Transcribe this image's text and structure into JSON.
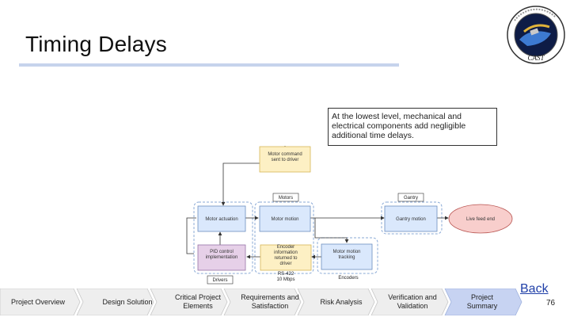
{
  "slide": {
    "title": "Timing Delays",
    "callout": "At the lowest level, mechanical and electrical components add negligible additional time delays.",
    "back_label": "Back",
    "page_number": "76"
  },
  "diagram": {
    "nodes": {
      "motor_command": "Motor command sent to driver",
      "motor_actuation": "Motor actuation",
      "motor_motion": "Motor motion",
      "gantry_motion": "Gantry motion",
      "live_feed_end": "Live feed end",
      "pid_control": "PID control implementation",
      "encoder_info": "Encoder information returned to driver",
      "motor_motion_tracking": "Motor motion tracking"
    },
    "labels": {
      "motors": "Motors",
      "gantry": "Gantry",
      "drivers": "Drivers",
      "rs422": "RS-422",
      "speed": "10 Mbps",
      "encoders": "Encoders"
    }
  },
  "nav": {
    "items": [
      "Project Overview",
      "Design Solution",
      "Critical Project Elements",
      "Requirements and Satisfaction",
      "Risk Analysis",
      "Verification and Validation",
      "Project Summary"
    ]
  },
  "colors": {
    "yellow": "#fdf0c4",
    "blue": "#dae8fc",
    "purple": "#e6d0e8",
    "red": "#f8cecc",
    "nav_fill": "#eeeeee",
    "nav_active": "#c7d3f2"
  }
}
